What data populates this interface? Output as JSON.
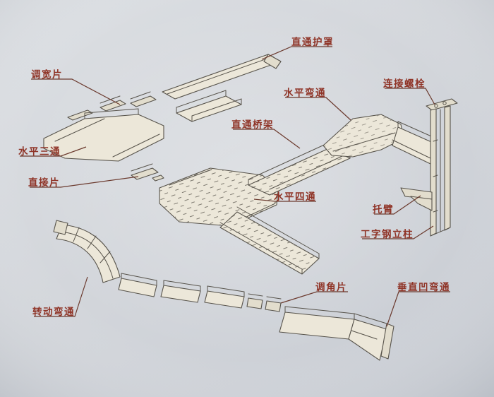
{
  "diagram": {
    "title": "Cable tray bridge assembly diagram",
    "labels": {
      "cover": "直通护罩",
      "width_adjust": "调宽片",
      "horizontal_bend": "水平弯通",
      "connect_bolt": "连接螺栓",
      "straight_tray": "直通桥架",
      "horizontal_tee": "水平三通",
      "direct_piece": "直接片",
      "horizontal_cross": "水平四通",
      "bracket_arm": "托臂",
      "ibeam_column": "工字钢立柱",
      "angle_adjust": "调角片",
      "vertical_concave_bend": "垂直凹弯通",
      "rotating_bend": "转动弯通"
    },
    "colors": {
      "label_text": "#8f3326",
      "leader_line": "#6b3a2e",
      "line_art": "#57534b",
      "paper": "#d5d8dd"
    }
  }
}
